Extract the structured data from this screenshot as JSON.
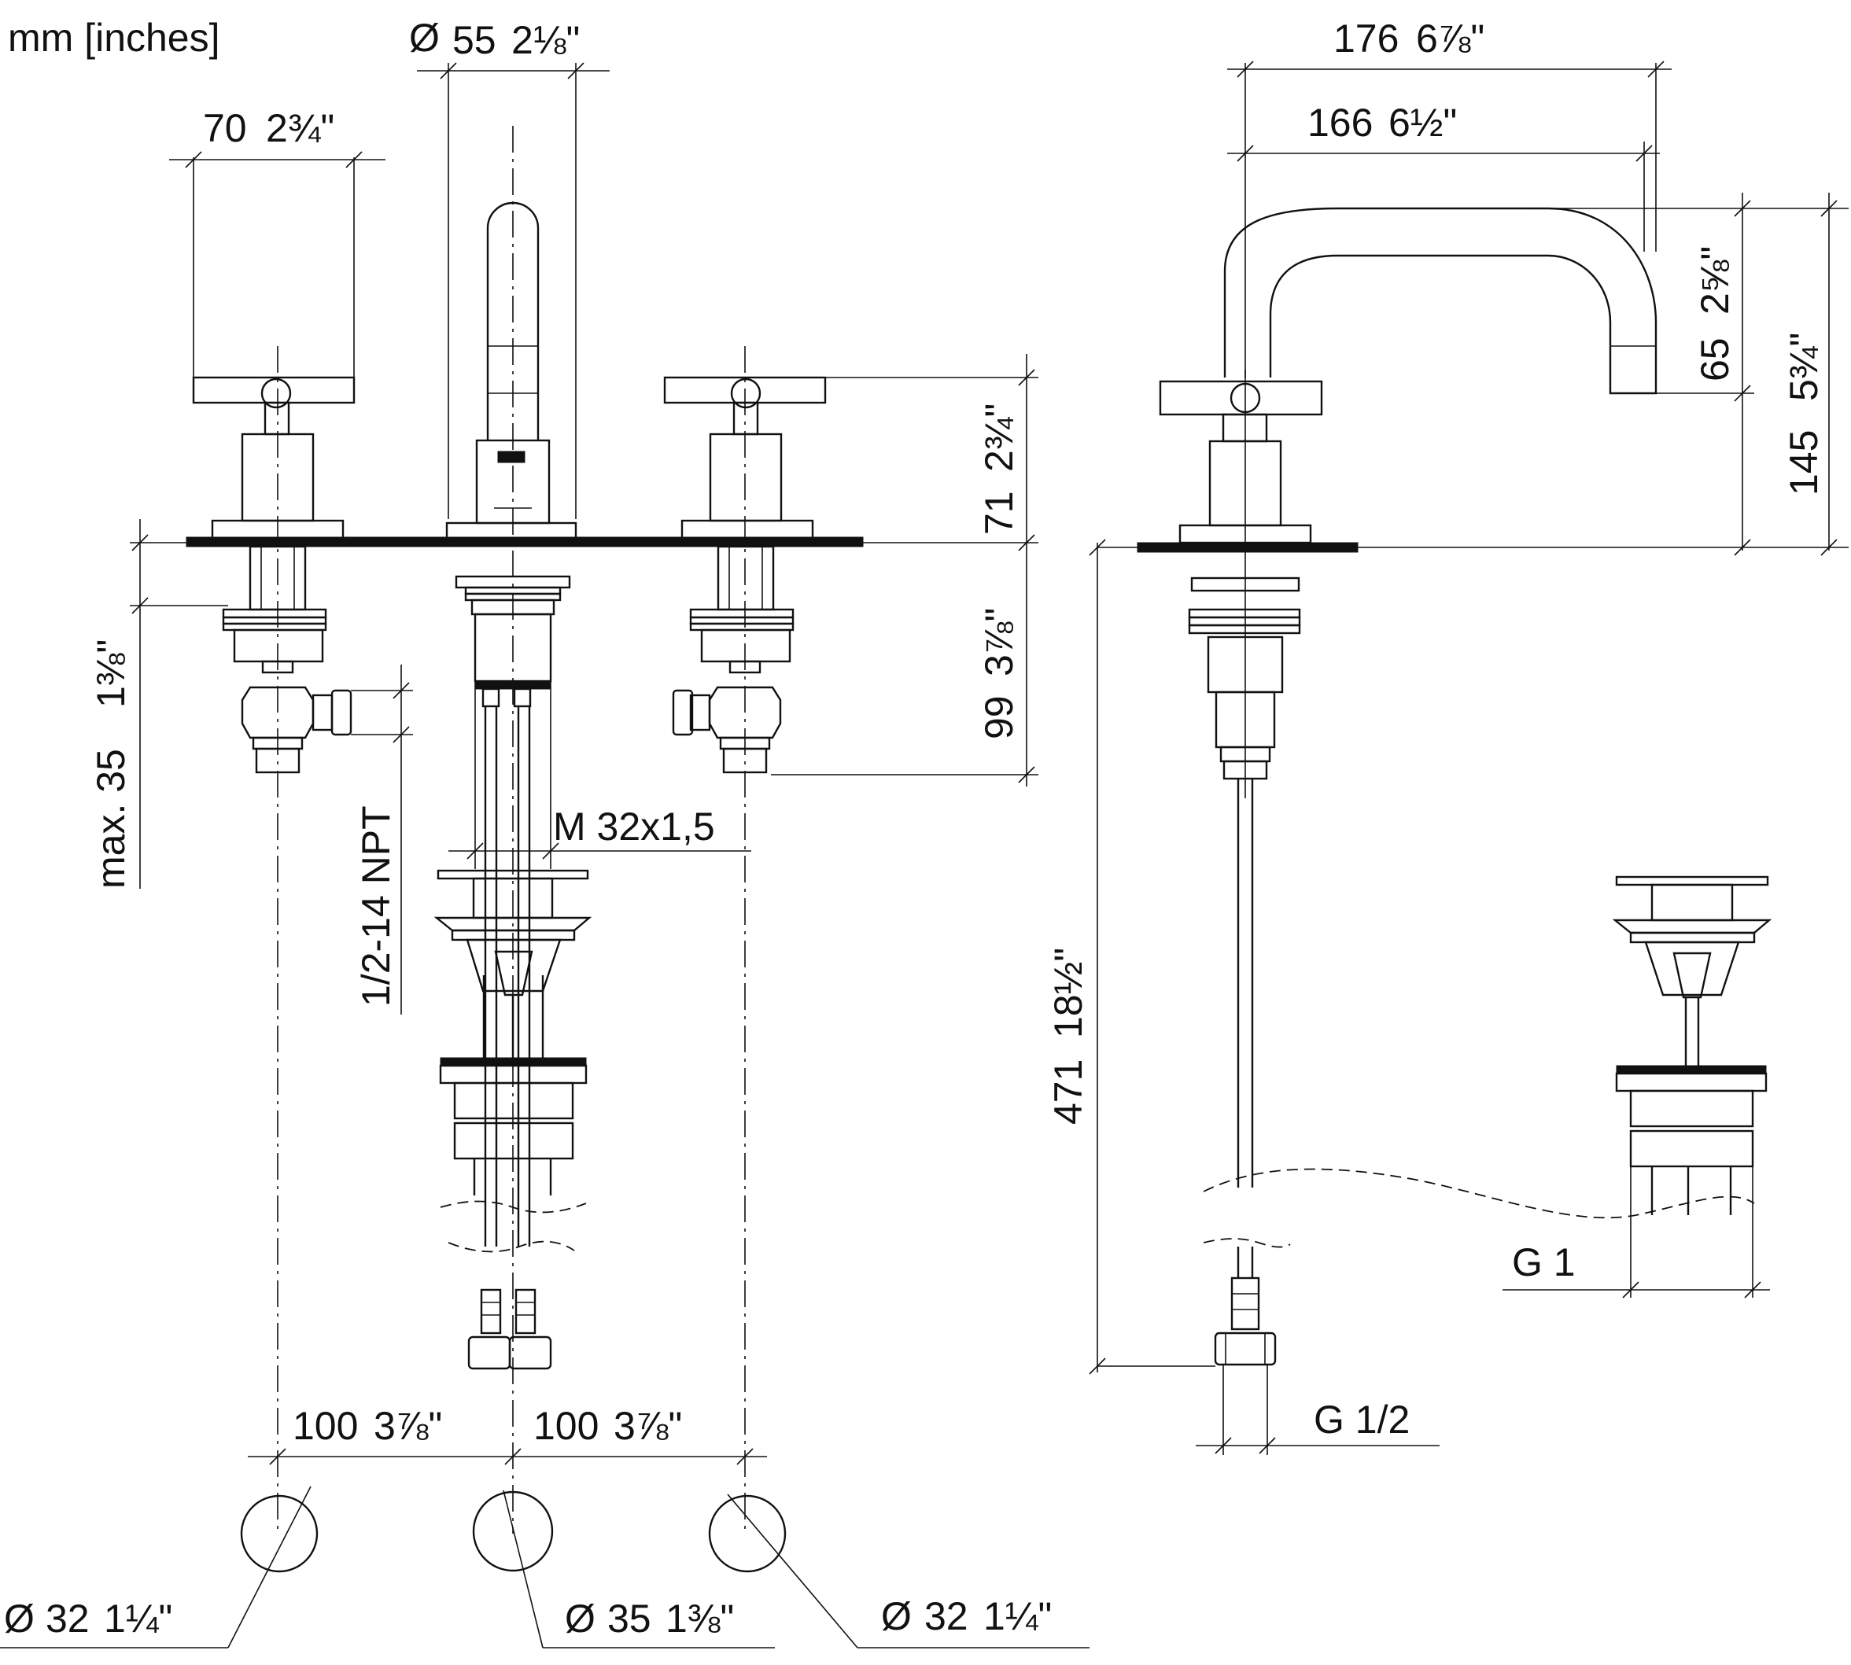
{
  "units_note": "mm [inches]",
  "dimensions": {
    "dia_spout": "55",
    "dia_spout_in": "2⅛\"",
    "handle_width": "70",
    "handle_width_in": "2¾\"",
    "depth_total": "176",
    "depth_total_in": "6⅞\"",
    "depth_spout": "166",
    "depth_spout_in": "6½\"",
    "spout_drop": "65",
    "spout_drop_in": "2⅝\"",
    "spout_height": "145",
    "spout_height_in": "5¾\"",
    "valve_height": "71",
    "valve_height_in": "2¾\"",
    "below_deck": "99",
    "below_deck_in": "3⅞\"",
    "max_deck": "max. 35",
    "max_deck_in": "1⅜\"",
    "npt_thread": "1/2-14 NPT",
    "drain_thread": "M 32x1,5",
    "hose_length": "471",
    "hose_length_in": "18½\"",
    "waste_thread": "G 1",
    "hose_thread": "G 1/2",
    "spacing_left": "100",
    "spacing_left_in": "3⅞\"",
    "spacing_right": "100",
    "spacing_right_in": "3⅞\"",
    "hole_left": "32",
    "hole_left_in": "1¼\"",
    "hole_center": "35",
    "hole_center_in": "1⅜\"",
    "hole_right": "32",
    "hole_right_in": "1¼\""
  }
}
